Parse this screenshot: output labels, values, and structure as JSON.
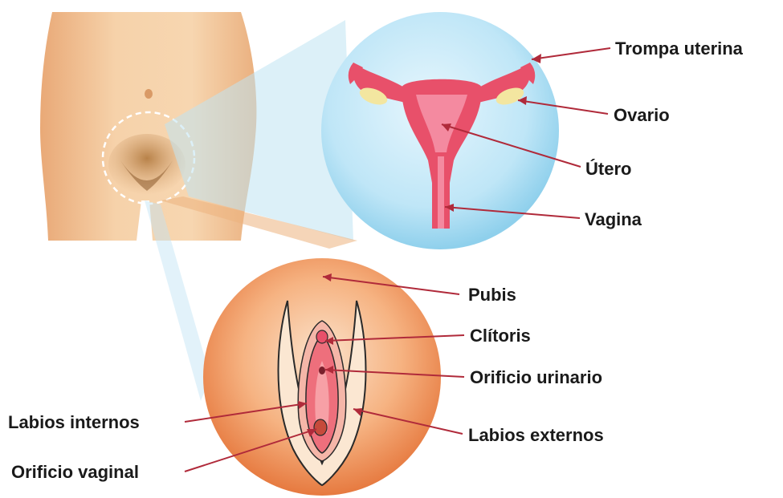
{
  "labels": {
    "trompa_uterina": "Trompa uterina",
    "ovario": "Ovario",
    "utero": "Útero",
    "vagina": "Vagina",
    "pubis": "Pubis",
    "clitoris": "Clítoris",
    "orificio_urinario": "Orificio urinario",
    "labios_externos": "Labios externos",
    "labios_internos": "Labios internos",
    "orificio_vaginal": "Orificio vaginal"
  },
  "colors": {
    "leader_line": "#b02a3a",
    "skin": "#f3c79a",
    "uterus": "#e8506a",
    "inset_upper_bg": "#a9dcf2",
    "inset_lower_bg": "#ee8a4a"
  }
}
